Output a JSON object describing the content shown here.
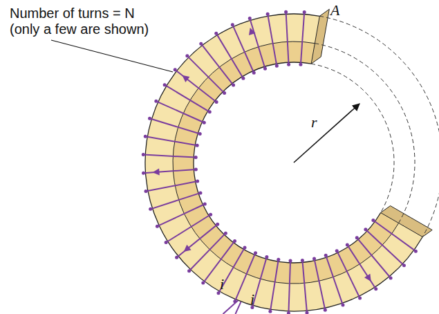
{
  "diagram": {
    "labels": [
      "Number of turns = N (only a few are shown)",
      "A",
      "r",
      "i",
      "i"
    ]
  }
}
